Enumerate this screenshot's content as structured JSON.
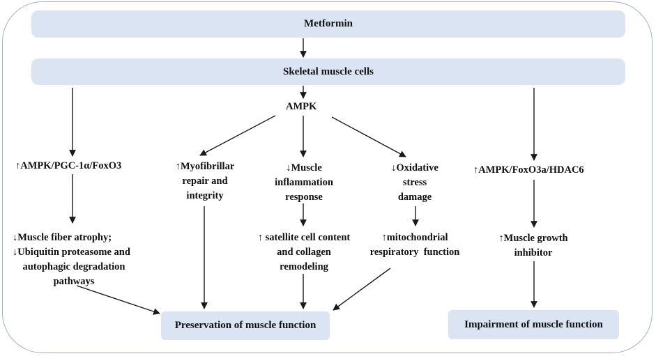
{
  "diagram": {
    "top": "Metformin",
    "cells": "Skeletal muscle cells",
    "ampk": "AMPK",
    "left_path": {
      "signal": "↑AMPK/PGC-1α/FoxO3",
      "effect_line1": "↓Muscle fiber atrophy;",
      "effect_line2": "↓Ubiquitin proteasome and",
      "effect_line3": "autophagic degradation",
      "effect_line4": "pathways"
    },
    "myofibrillar": {
      "line1": "↑Myofibrillar",
      "line2": "repair and",
      "line3": "integrity"
    },
    "inflammation": {
      "line1": "↓Muscle",
      "line2": "inflammation",
      "line3": "response"
    },
    "oxidative": {
      "line1": "↓Oxidative",
      "line2": "stress",
      "line3": "damage"
    },
    "satellite": {
      "line1": "↑ satellite cell content",
      "line2": "and collagen",
      "line3": "remodeling"
    },
    "mitochondrial": {
      "line1": "↑mitochondrial",
      "line2": "respiratory  function"
    },
    "right_path": {
      "signal": "↑AMPK/FoxO3a/HDAC6",
      "effect_line1": "↑Muscle growth",
      "effect_line2": "inhibitor"
    },
    "preservation": "Preservation of muscle function",
    "impairment": "Impairment of muscle function"
  }
}
